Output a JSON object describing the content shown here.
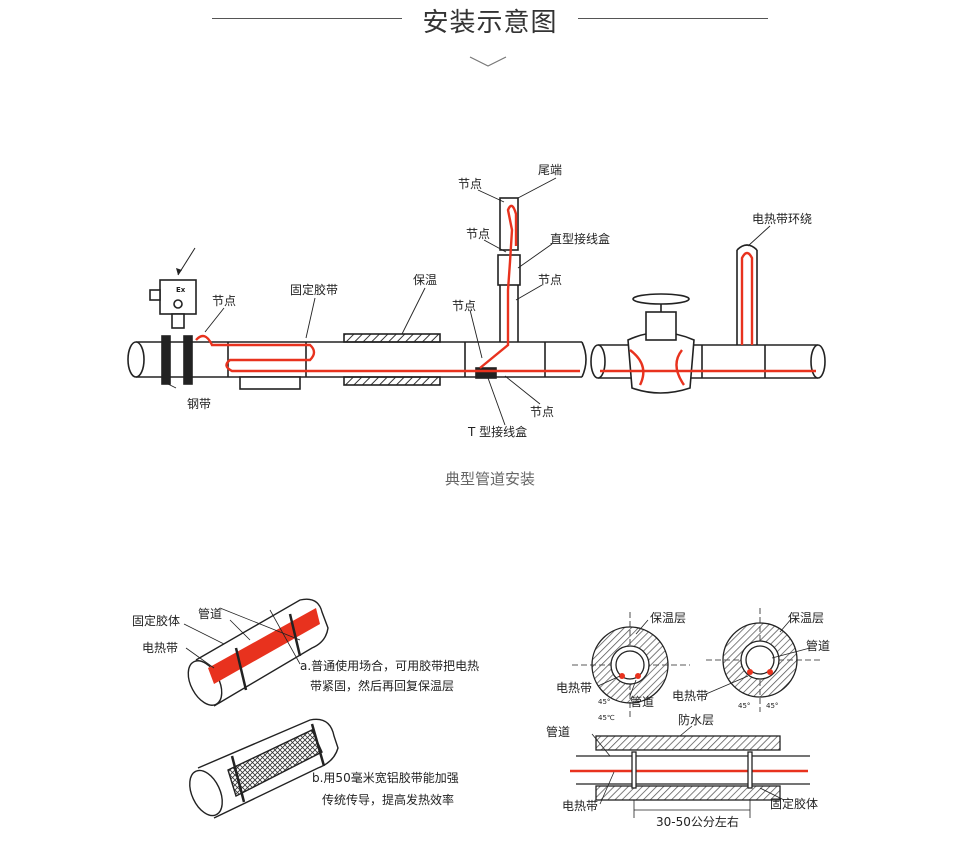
{
  "header": {
    "title": "安装示意图"
  },
  "top_diagram": {
    "caption": "典型管道安装",
    "box_label": "Ex",
    "labels": {
      "jiedian_1": "节点",
      "fixed_tape": "固定胶带",
      "insulation": "保温",
      "steel_band": "钢带",
      "jiedian_2": "节点",
      "jiedian_3": "节点",
      "tail_end": "尾端",
      "straight_box": "直型接线盒",
      "jiedian_4": "节点",
      "jiedian_5": "节点",
      "jiedian_6": "节点",
      "t_box": "T 型接线盒",
      "wrap": "电热带环绕"
    }
  },
  "bottom_left": {
    "fixed_glue": "固定胶体",
    "pipe": "管道",
    "heat_tape": "电热带",
    "note_a_line1": "a.普通使用场合，可用胶带把电热",
    "note_a_line2": "带紧固，然后再回复保温层",
    "note_b_line1": "b.用50毫米宽铝胶带能加强",
    "note_b_line2": "传统传导，提高发热效率"
  },
  "bottom_right": {
    "insulation_layer_1": "保温层",
    "heat_tape_1": "电热带",
    "pipe_1": "管道",
    "angle_1": "45°",
    "angle_1b": "45℃",
    "insulation_layer_2": "保温层",
    "pipe_2": "管道",
    "heat_tape_2": "电热带",
    "angle_2a": "45°",
    "angle_2b": "45°",
    "pipe_3": "管道",
    "waterproof": "防水层",
    "heat_tape_3": "电热带",
    "fixed_glue_2": "固定胶体",
    "spacing": "30-50公分左右"
  },
  "colors": {
    "heat": "#e8321e",
    "line": "#222222"
  }
}
